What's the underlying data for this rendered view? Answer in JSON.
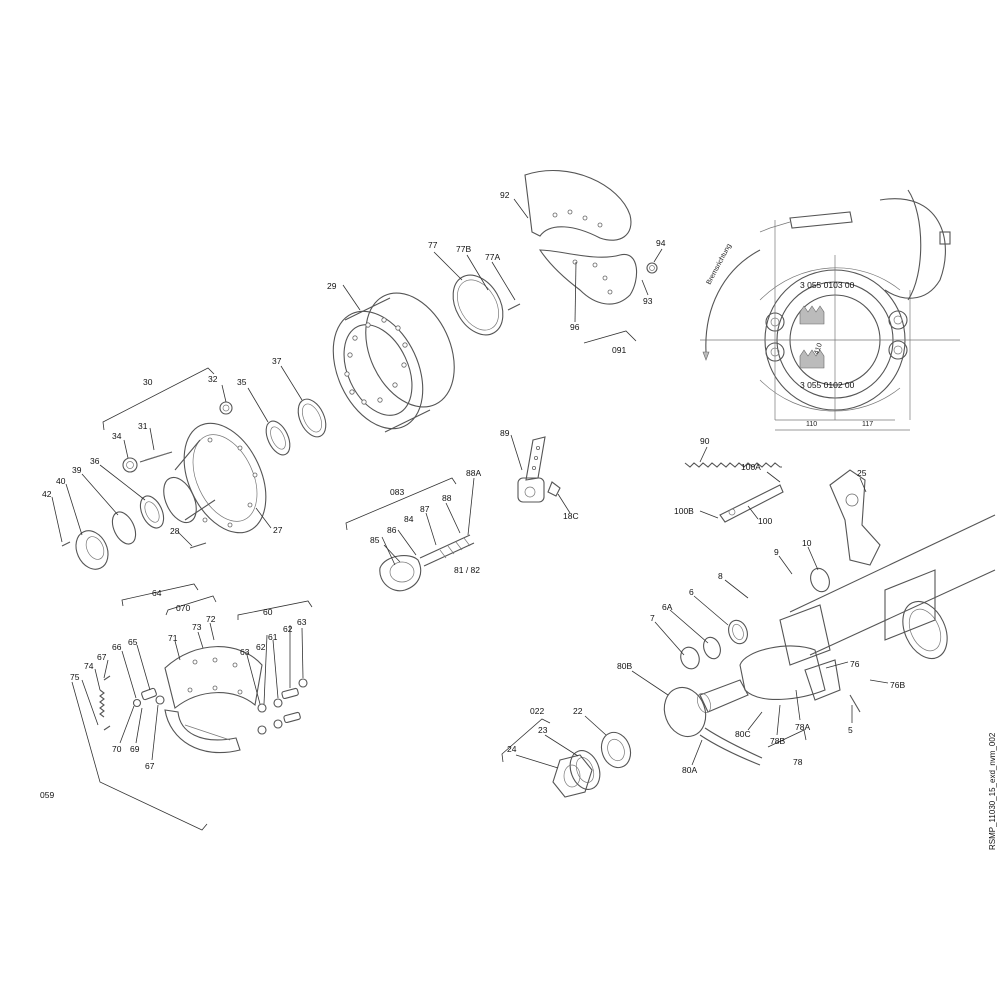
{
  "drawing_id": "RSMP_11030_15_exd_nvm_002",
  "callouts": {
    "c92": "92",
    "c77": "77",
    "c77b": "77B",
    "c77a": "77A",
    "c94": "94",
    "c93": "93",
    "c96": "96",
    "c091": "091",
    "c29": "29",
    "c30": "30",
    "c32": "32",
    "c35": "35",
    "c37": "37",
    "c31": "31",
    "c34": "34",
    "c36": "36",
    "c39": "39",
    "c40": "40",
    "c42": "42",
    "c28": "28",
    "c27": "27",
    "c89": "89",
    "c18c": "18C",
    "c083": "083",
    "c88": "88",
    "c88a": "88A",
    "c87": "87",
    "c86": "86",
    "c84": "84",
    "c85": "85",
    "c81_82": "81 / 82",
    "c90": "90",
    "c100a": "100A",
    "c100b": "100B",
    "c100": "100",
    "c25": "25",
    "c9": "9",
    "c10": "10",
    "c8": "8",
    "c6a": "6A",
    "c6": "6",
    "c7": "7",
    "c80b": "80B",
    "c76": "76",
    "c76b": "76B",
    "c80c": "80C",
    "c78a": "78A",
    "c78b": "78B",
    "c5": "5",
    "c78": "78",
    "c80a": "80A",
    "c022": "022",
    "c22": "22",
    "c23": "23",
    "c24": "24",
    "c64": "64",
    "c070": "070",
    "c60": "60",
    "c72": "72",
    "c73": "73",
    "c71": "71",
    "c65": "65",
    "c66": "66",
    "c67a": "67",
    "c74": "74",
    "c75": "75",
    "c63a": "63",
    "c62a": "62",
    "c61": "61",
    "c62b": "62",
    "c63b": "63",
    "c70": "70",
    "c69": "69",
    "c67b": "67",
    "c059": "059"
  },
  "inset": {
    "rotation_label": "Bremsrichtung",
    "part_number_top": "3 055 0103 00",
    "part_number_bottom": "3 055 0102 00",
    "dim_left": "110",
    "dim_right": "117",
    "dim_center": "410"
  }
}
